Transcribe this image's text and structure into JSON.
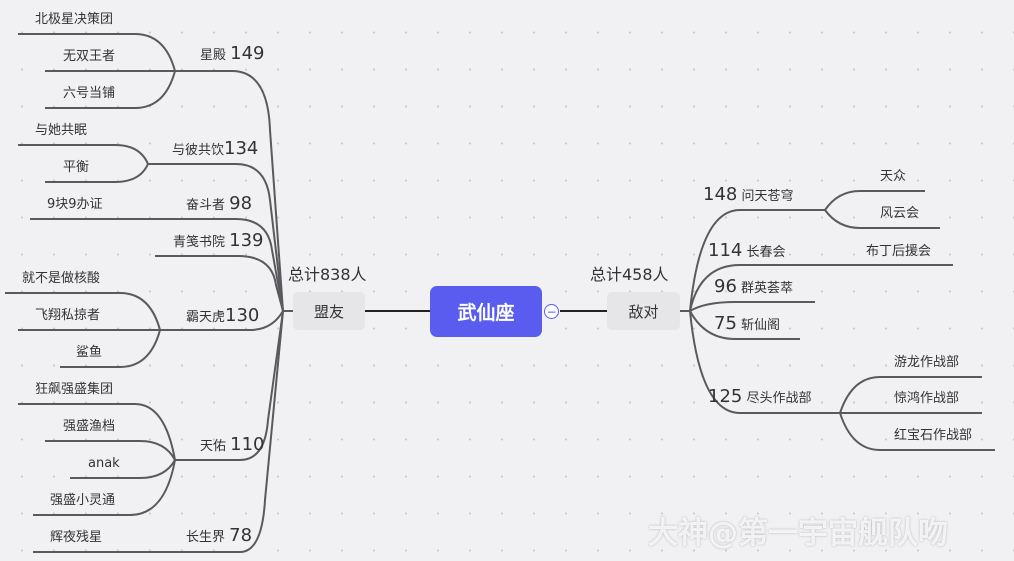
{
  "root": {
    "label": "武仙座",
    "collapse_icon": "minus-circle"
  },
  "allies": {
    "label": "盟友",
    "total": "总计838人",
    "groups": [
      {
        "name": "星殿",
        "count": "149",
        "children": [
          "北极星决策团",
          "无双王者",
          "六号当铺"
        ]
      },
      {
        "name": "与彼共饮",
        "count": "134",
        "children": [
          "与她共眠",
          "平衡"
        ]
      },
      {
        "name": "奋斗者",
        "count": "98",
        "children": [
          "9块9办证"
        ]
      },
      {
        "name": "青笺书院",
        "count": "139",
        "children": []
      },
      {
        "name": "霸天虎",
        "count": "130",
        "children": [
          "就不是做核酸",
          "飞翔私掠者",
          "鲨鱼"
        ]
      },
      {
        "name": "天佑",
        "count": "110",
        "children": [
          "狂飙强盛集团",
          "强盛渔档",
          "anak",
          "强盛小灵通"
        ]
      },
      {
        "name": "长生界",
        "count": "78",
        "children": [
          "辉夜残星"
        ]
      }
    ]
  },
  "enemies": {
    "label": "敌对",
    "total": "总计458人",
    "groups": [
      {
        "name": "问天苍穹",
        "count": "148",
        "children": [
          "天众",
          "风云会"
        ]
      },
      {
        "name": "长春会",
        "count": "114",
        "children": [
          "布丁后援会"
        ]
      },
      {
        "name": "群英荟萃",
        "count": "96",
        "children": []
      },
      {
        "name": "斩仙阁",
        "count": "75",
        "children": []
      },
      {
        "name": "尽头作战部",
        "count": "125",
        "children": [
          "游龙作战部",
          "惊鸿作战部",
          "红宝石作战部"
        ]
      }
    ]
  },
  "watermark": "大神@第一宇宙舰队吻",
  "colors": {
    "root": "#5a5cf0",
    "line": "#555555",
    "background": "#f1f1f3"
  }
}
